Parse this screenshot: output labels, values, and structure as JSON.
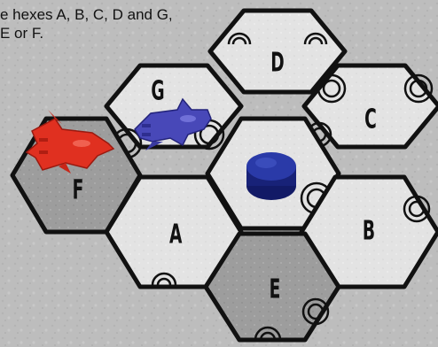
{
  "caption": {
    "line1": "e hexes A, B, C, D and G,",
    "line2": "E or F."
  },
  "hex_labels": {
    "D": "D",
    "G": "G",
    "C": "C",
    "F": "F",
    "A": "A",
    "B": "B",
    "E": "E"
  },
  "pieces": {
    "red_ship": "red-starship-miniature",
    "blue_ship": "blue-starship-miniature",
    "blue_token": "blue-disc-token"
  },
  "colors": {
    "background": "#bdbdbd",
    "hex_light": "#e3e3e3",
    "hex_dark": "#9d9d9d",
    "hex_border": "#111111",
    "red_ship": "#e03020",
    "blue_ship": "#4848b8",
    "blue_token": "#1e2a8a"
  }
}
